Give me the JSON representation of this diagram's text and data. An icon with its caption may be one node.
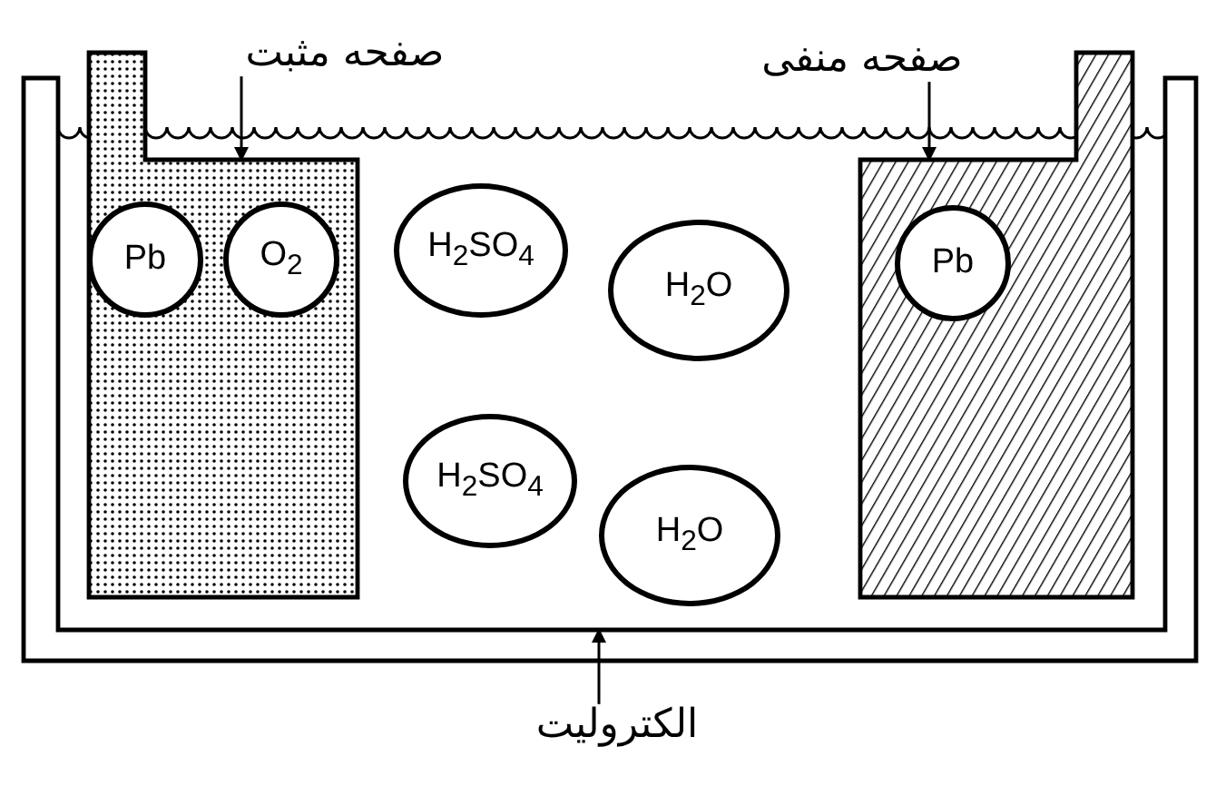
{
  "diagram": {
    "nodes": [
      {
        "text": [],
        "shape": "box"
      },
      {
        "text": [
          "صفحه مثبت"
        ]
      },
      {
        "text": [
          "صفحه منفی"
        ]
      },
      {
        "text": [],
        "shape": "box",
        "in": 0
      },
      {
        "text": [
          "Pb"
        ],
        "in": 3
      },
      {
        "text": [
          "O$_{2}$"
        ],
        "in": 3
      },
      {
        "text": [
          "H$_{2}$SO$_{4}$"
        ],
        "in": 0
      },
      {
        "text": [
          "H$_{2}$O"
        ],
        "in": 0
      },
      {
        "text": [],
        "shape": "box",
        "in": 0
      },
      {
        "text": [
          "Pb"
        ],
        "in": 8
      },
      {
        "text": [
          "H$_{2}$SO$_{4}$"
        ],
        "in": 0
      },
      {
        "text": [
          "H$_{2}$O"
        ],
        "in": 0
      },
      {
        "text": [
          "الکترولیت"
        ]
      }
    ],
    "edges": [
      {
        "from": 1,
        "to": 3,
        "arrow": "to"
      },
      {
        "from": 2,
        "to": 8,
        "arrow": "to"
      },
      {
        "from": 12,
        "to": 0,
        "arrow": "to"
      }
    ]
  }
}
